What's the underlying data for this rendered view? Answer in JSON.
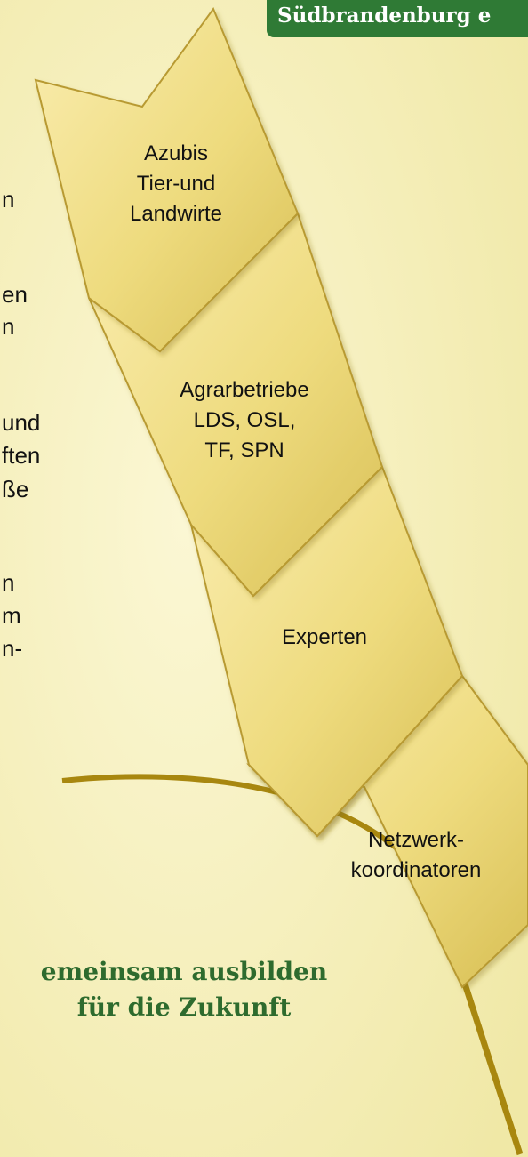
{
  "header": {
    "org_name": "Südbrandenburg e"
  },
  "left_text_fragments": [
    "n",
    "en",
    "n",
    "und",
    "ften",
    "ße",
    "n",
    "m",
    "n-"
  ],
  "segments": [
    {
      "lines": [
        "Azubis",
        "Tier-und",
        "Landwirte"
      ]
    },
    {
      "lines": [
        "Agrarbetriebe",
        "LDS, OSL,",
        "TF, SPN"
      ]
    },
    {
      "lines": [
        "Experten"
      ]
    },
    {
      "lines": [
        "Netzwerk-",
        "koordinatoren"
      ]
    }
  ],
  "slogan": {
    "line1": "emeinsam  ausbilden",
    "line2": "für die Zukunft"
  },
  "colors": {
    "background": "#f7f2c0",
    "segment_fill": "#eedb7e",
    "segment_edge": "#b89a33",
    "stem": "#a8870f",
    "badge": "#2f7a35",
    "slogan": "#2e6b2e"
  }
}
